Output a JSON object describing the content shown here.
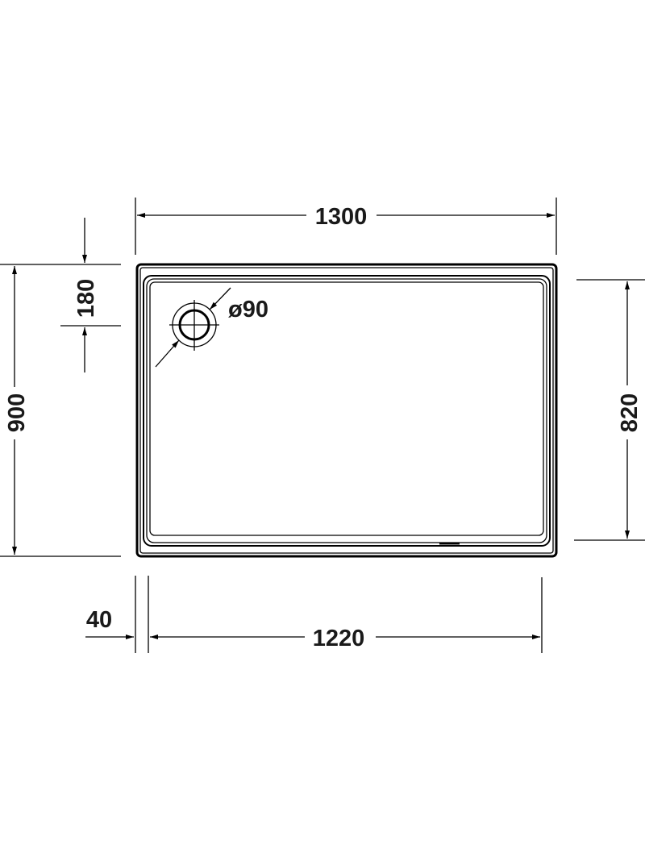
{
  "drawing": {
    "title": "Shower tray dimension drawing",
    "dimensions": {
      "overall_width": "1300",
      "overall_depth": "900",
      "inner_width": "1220",
      "inner_depth": "820",
      "rim_offset": "40",
      "drain_offset": "180",
      "drain_diameter": "ø90"
    },
    "colors": {
      "line": "#000000",
      "background": "#ffffff"
    }
  }
}
